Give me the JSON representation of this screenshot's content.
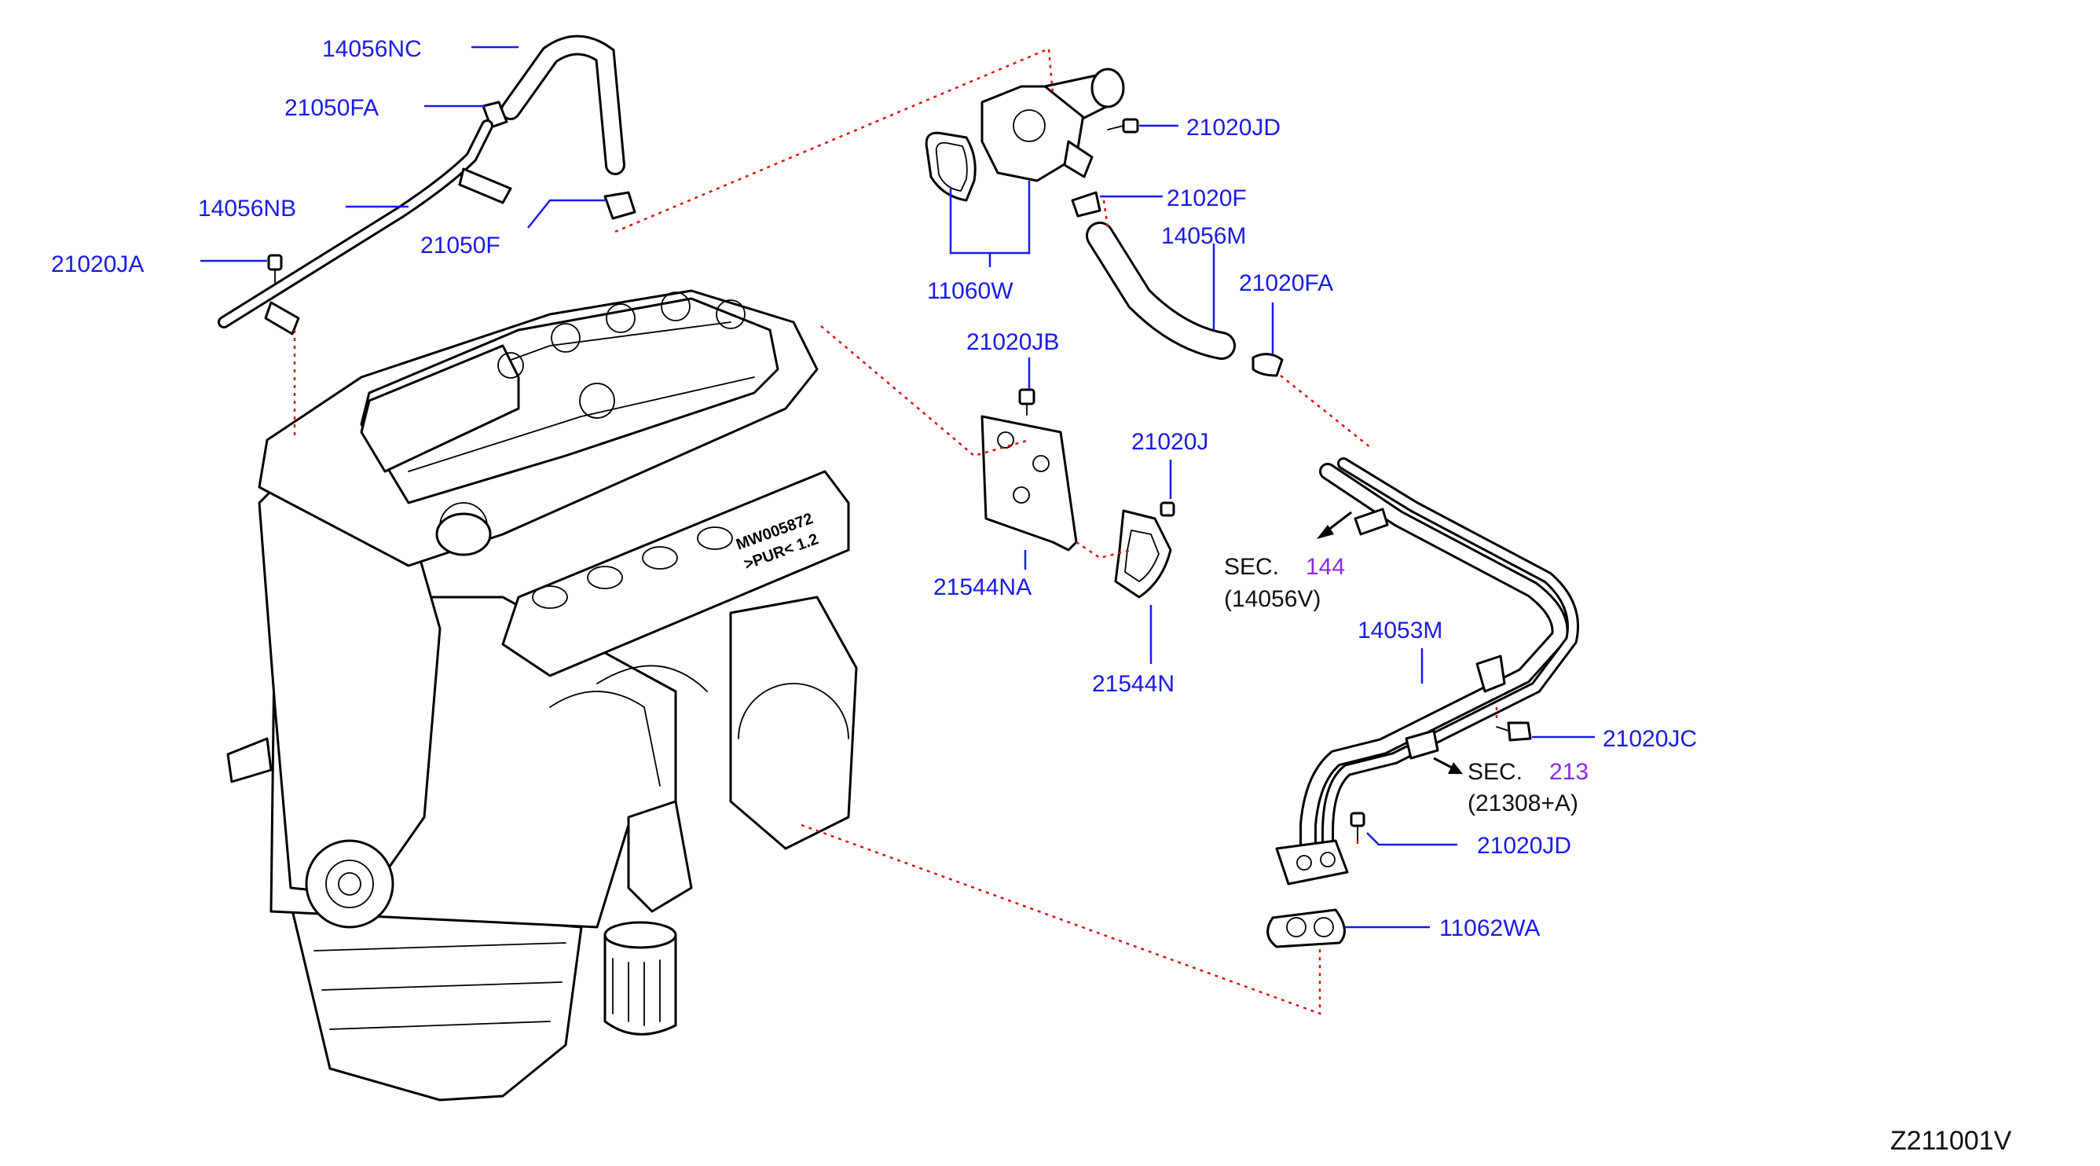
{
  "parts": {
    "p14056NC": "14056NC",
    "p21050FA": "21050FA",
    "p14056NB": "14056NB",
    "p21020JA": "21020JA",
    "p21050F": "21050F",
    "p21020JD_top": "21020JD",
    "p21020F": "21020F",
    "p14056M": "14056M",
    "p21020FA": "21020FA",
    "p11060W": "11060W",
    "p21020JB": "21020JB",
    "p21020J": "21020J",
    "p21544NA": "21544NA",
    "p21544N": "21544N",
    "p14053M": "14053M",
    "p21020JC": "21020JC",
    "p21020JD_bottom": "21020JD",
    "p11062WA": "11062WA"
  },
  "sections": [
    {
      "prefix": "SEC.",
      "number": "144",
      "ref": "(14056V)"
    },
    {
      "prefix": "SEC.",
      "number": "213",
      "ref": "(21308+A)"
    }
  ],
  "diagram_code": "Z211001V",
  "engine_stamp": [
    "MW005872",
    ">PUR< 1.2"
  ],
  "colors": {
    "label": "#1a1ae6",
    "section_number": "#8a2be2",
    "leader_dashed": "#e01010",
    "line_art": "#000000"
  }
}
